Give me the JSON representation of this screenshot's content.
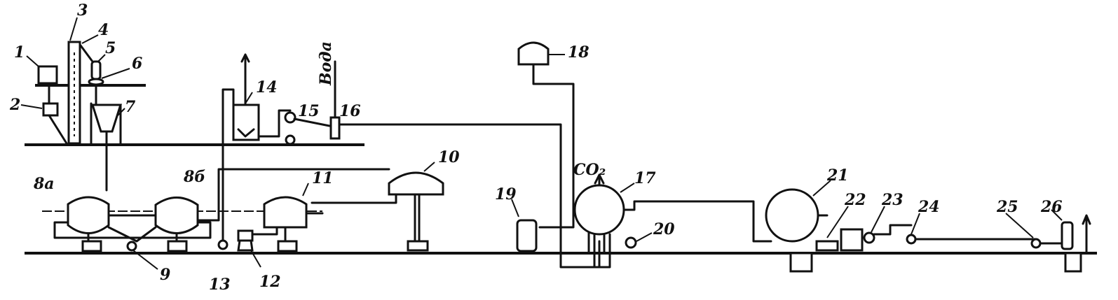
{
  "title": "Process flow diagram",
  "labels": {
    "l1": "1",
    "l2": "2",
    "l3": "3",
    "l4": "4",
    "l5": "5",
    "l6": "6",
    "l7": "7",
    "l8a": "8а",
    "l8b": "8б",
    "l9": "9",
    "l10": "10",
    "l11": "11",
    "l12": "12",
    "l13": "13",
    "l14": "14",
    "l15": "15",
    "l16": "16",
    "l17": "17",
    "l18": "18",
    "l19": "19",
    "l20": "20",
    "l21": "21",
    "l22": "22",
    "l23": "23",
    "l24": "24",
    "l25": "25",
    "l26": "26",
    "water": "Вода",
    "co2": "CO₂"
  },
  "colors": {
    "ink": "#111111",
    "background": "#ffffff"
  }
}
